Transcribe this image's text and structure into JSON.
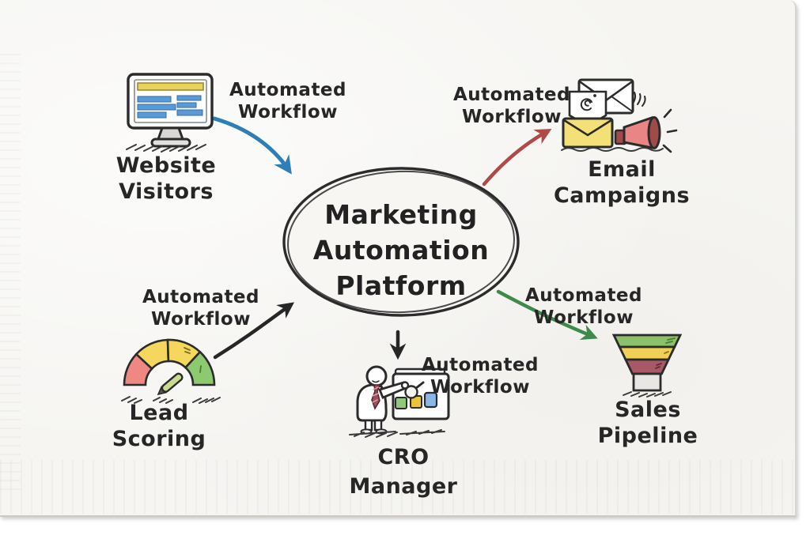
{
  "center": {
    "line1": "Marketing",
    "line2": "Automation",
    "line3": "Platform"
  },
  "nodes": {
    "website_visitors": {
      "line1": "Website",
      "line2": "Visitors",
      "icon": "monitor-icon"
    },
    "email_campaigns": {
      "line1": "Email",
      "line2": "Campaigns",
      "icon": "email-megaphone-icon"
    },
    "lead_scoring": {
      "line1": "Lead",
      "line2": "Scoring",
      "icon": "gauge-icon"
    },
    "cro_manager": {
      "line1": "CRO",
      "line2": "Manager",
      "icon": "presenter-icon"
    },
    "sales_pipeline": {
      "line1": "Sales",
      "line2": "Pipeline",
      "icon": "funnel-icon"
    }
  },
  "edges": {
    "website_to_center": {
      "line1": "Automated",
      "line2": "Workflow",
      "color": "#2e7fb8"
    },
    "center_to_email": {
      "line1": "Automated",
      "line2": "Workflow",
      "color": "#ae4a47"
    },
    "leadscoring_to_center": {
      "line1": "Automated",
      "line2": "Workflow",
      "color": "#262626"
    },
    "center_to_cro": {
      "line1": "Automated",
      "line2": "Workflow",
      "color": "#262626"
    },
    "center_to_sales": {
      "line1": "Automated",
      "line2": "Workflow",
      "color": "#3e8a4b"
    }
  },
  "colors": {
    "paper": "#f6f5f2",
    "ink": "#2b2b2b",
    "monitor_header_yellow": "#e9d35f",
    "monitor_bar_blue": "#5b9bd5",
    "envelope_yellow": "#f3e079",
    "megaphone_red": "#ea8585",
    "megaphone_dark": "#a14a4a",
    "gauge_red": "#ef8783",
    "gauge_yellow": "#f5d75e",
    "gauge_green": "#8dc970",
    "needle_green": "#c9db90",
    "funnel_green": "#8cc06a",
    "funnel_yellow": "#f0d055",
    "funnel_maroon": "#a85866",
    "funnel_spout_grey": "#e9e7e3",
    "board_square_green": "#90c87c",
    "board_square_yellow": "#e9c23e",
    "board_square_blue": "#8ab8e6",
    "tie_maroon": "#a04d5a"
  }
}
